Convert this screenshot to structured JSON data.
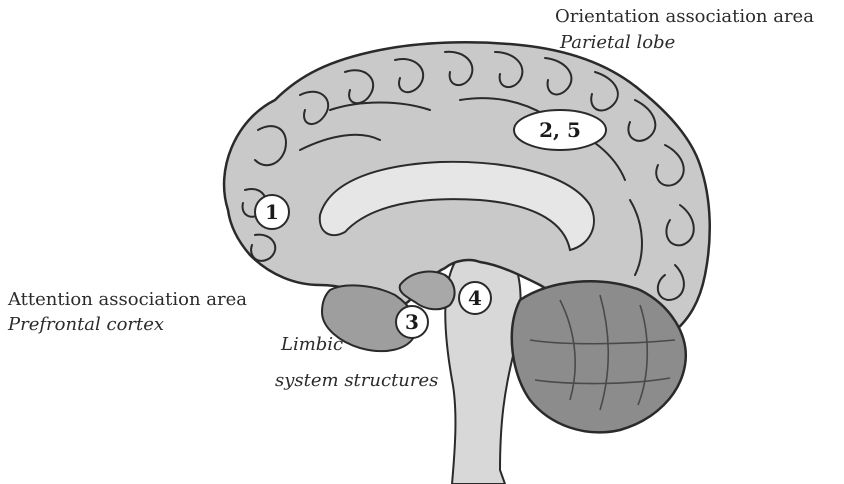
{
  "labels": {
    "orientation_title": "Orientation association area",
    "orientation_subtitle": "Parietal lobe",
    "attention_title": "Attention association area",
    "attention_subtitle": "Prefrontal cortex",
    "limbic_line1": "Limbic",
    "limbic_line2": "system structures"
  },
  "markers": {
    "m1": "1",
    "m25": "2, 5",
    "m3": "3",
    "m4": "4"
  },
  "colors": {
    "cortex": "#c9c9c9",
    "cortex_dark": "#9e9e9e",
    "outline": "#2a2a2a",
    "cerebellum": "#8c8c8c",
    "brainstem": "#d6d6d6",
    "callosum": "#e4e4e4"
  }
}
